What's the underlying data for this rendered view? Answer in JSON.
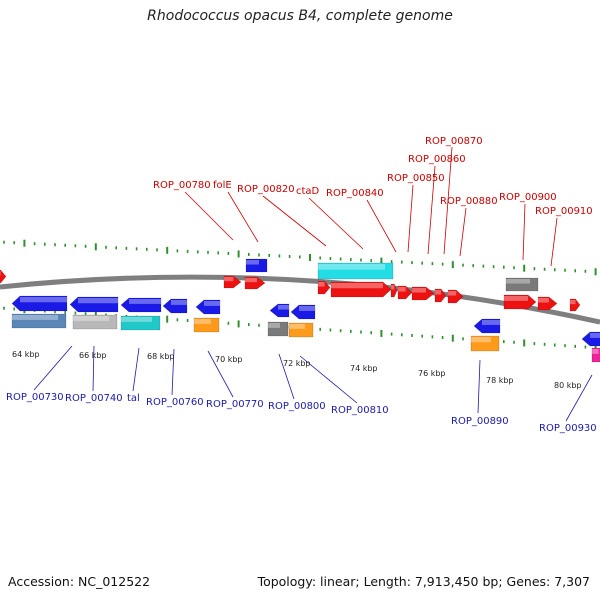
{
  "title": "Rhodococcus opacus B4, complete genome",
  "footer": {
    "accession": "Accession: NC_012522",
    "summary": "Topology: linear; Length: 7,913,450 bp; Genes: 7,307"
  },
  "colors": {
    "backbone": "#7f7f7f",
    "tick": "#2f8f2f",
    "label_top": "#cc0000",
    "label_bottom": "#1a1aaa",
    "red": "#ee1111",
    "blue": "#1a1ae6",
    "cyan": "#22dde6",
    "orange": "#ff9a1a",
    "gray": "#7a7a7a",
    "steel": "#5a86b8",
    "silver": "#b8b8b8",
    "teal": "#20c8c8",
    "magenta": "#ee2299"
  },
  "scale_labels": [
    {
      "text": "64 kbp",
      "kbp": 64
    },
    {
      "text": "66 kbp",
      "kbp": 66
    },
    {
      "text": "68 kbp",
      "kbp": 68
    },
    {
      "text": "70 kbp",
      "kbp": 70
    },
    {
      "text": "72 kbp",
      "kbp": 72
    },
    {
      "text": "74 kbp",
      "kbp": 74
    },
    {
      "text": "76 kbp",
      "kbp": 76
    },
    {
      "text": "78 kbp",
      "kbp": 78
    },
    {
      "text": "80 kbp",
      "kbp": 80
    }
  ],
  "top_labels": [
    "ROP_00780",
    "folE",
    "ROP_00820",
    "ctaD",
    "ROP_00840",
    "ROP_00870",
    "ROP_00860",
    "ROP_00850",
    "ROP_00880",
    "ROP_00900",
    "ROP_00910"
  ],
  "bottom_labels": [
    "ROP_00730",
    "ROP_00740",
    "tal",
    "ROP_00760",
    "ROP_00770",
    "ROP_00800",
    "ROP_00810",
    "ROP_00890",
    "ROP_00930"
  ]
}
